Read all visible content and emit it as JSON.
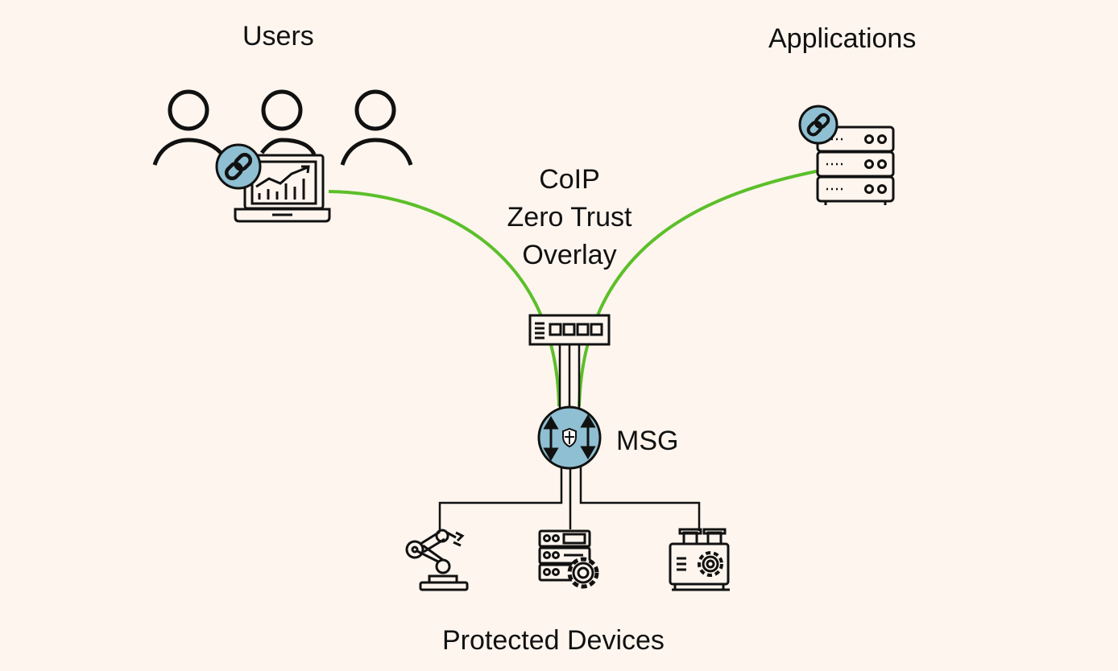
{
  "labels": {
    "users": "Users",
    "applications": "Applications",
    "overlay_lines": [
      "CoIP",
      "Zero Trust",
      "Overlay"
    ],
    "msg": "MSG",
    "protected_devices": "Protected Devices"
  },
  "colors": {
    "background": "#fdf5ee",
    "link": "#5cbf2a",
    "accent_fill": "#8fbfd2",
    "stroke": "#111111"
  },
  "icons": {
    "users": "users-icon",
    "laptop": "laptop-chart-icon",
    "user_link": "link-icon",
    "app_server": "server-rack-icon",
    "app_link": "link-icon",
    "switch": "network-switch-icon",
    "msg": "secure-gateway-icon",
    "device_1": "robot-arm-icon",
    "device_2": "server-gear-icon",
    "device_3": "machine-gear-icon"
  }
}
